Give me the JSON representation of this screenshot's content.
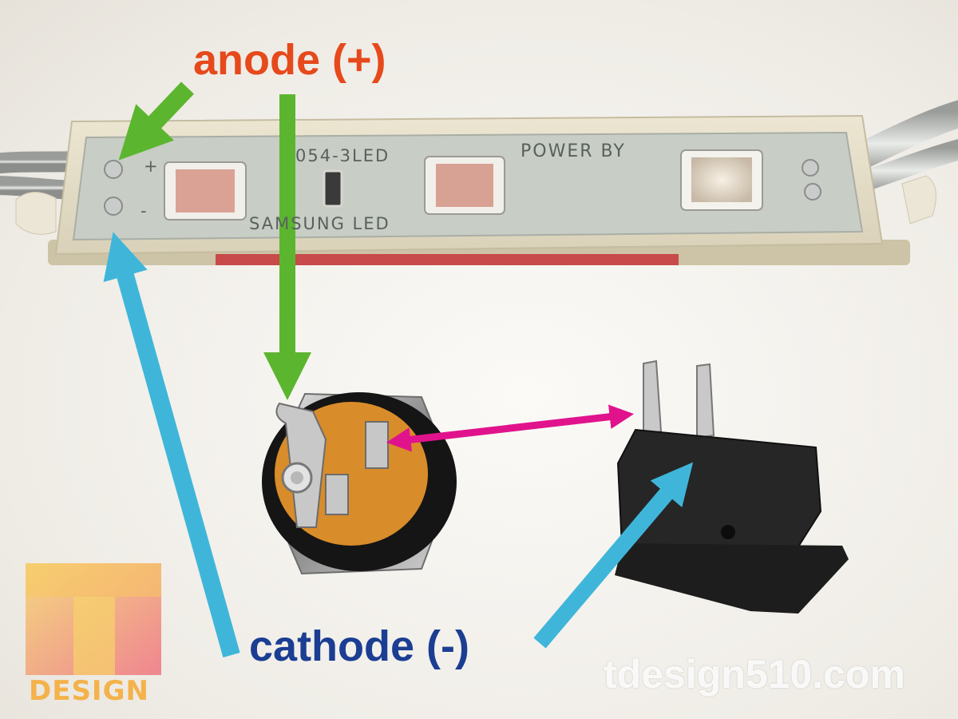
{
  "labels": {
    "anode": "anode (+)",
    "cathode": "cathode (-)",
    "watermark": "tdesign510.com",
    "logo_text": "DESIGN"
  },
  "pcb_text": {
    "model": "054-3LED",
    "power": "POWER BY",
    "brand": "SAMSUNG LED",
    "plus": "+",
    "minus": "-"
  },
  "colors": {
    "anode_text": "#e6491b",
    "cathode_text": "#1b3e93",
    "anode_arrow": "#5cb52f",
    "cathode_arrow": "#3fb6d9",
    "link_arrow": "#e0138c"
  }
}
